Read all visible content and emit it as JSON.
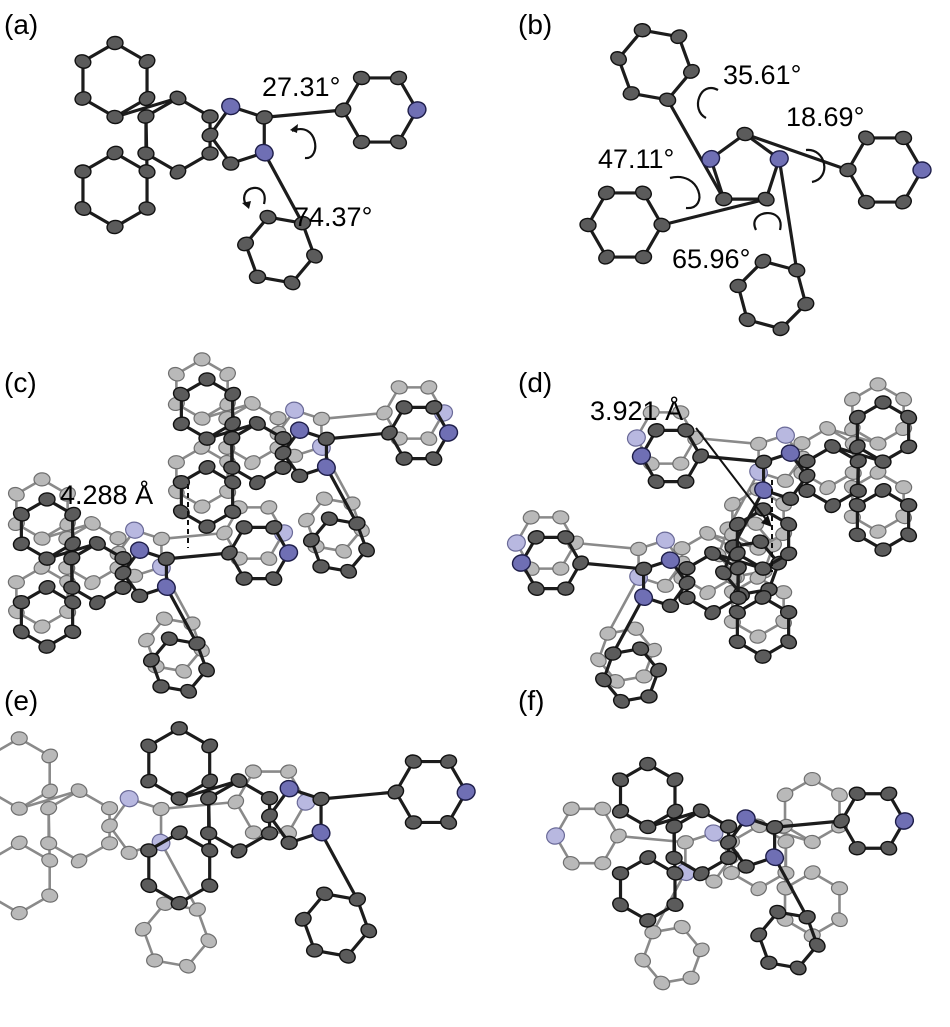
{
  "panels": [
    {
      "label": "(a)",
      "annotations": [
        "27.31°",
        "74.37°"
      ]
    },
    {
      "label": "(b)",
      "annotations": [
        "35.61°",
        "18.69°",
        "47.11°",
        "65.96°"
      ]
    },
    {
      "label": "(c)",
      "annotations": [
        "4.288 Å"
      ]
    },
    {
      "label": "(d)",
      "annotations": [
        "3.921 Å"
      ]
    },
    {
      "label": "(e)",
      "annotations": []
    },
    {
      "label": "(f)",
      "annotations": []
    }
  ]
}
